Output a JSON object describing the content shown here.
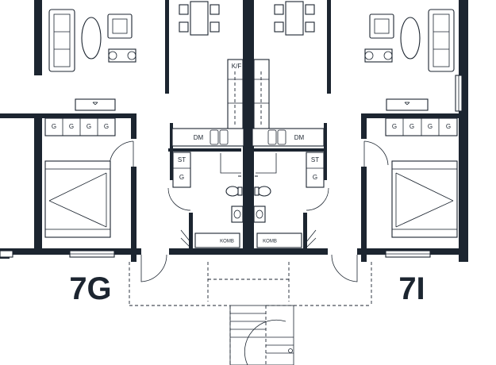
{
  "units": {
    "left": "7G",
    "right": "7I"
  },
  "rooms": {
    "kitchen": "K/F",
    "wardrobe": "G",
    "dishwasher": "DM",
    "storage": "ST",
    "combi": "KOMB"
  },
  "colors": {
    "wall": "#1c2530",
    "background": "#ffffff"
  }
}
